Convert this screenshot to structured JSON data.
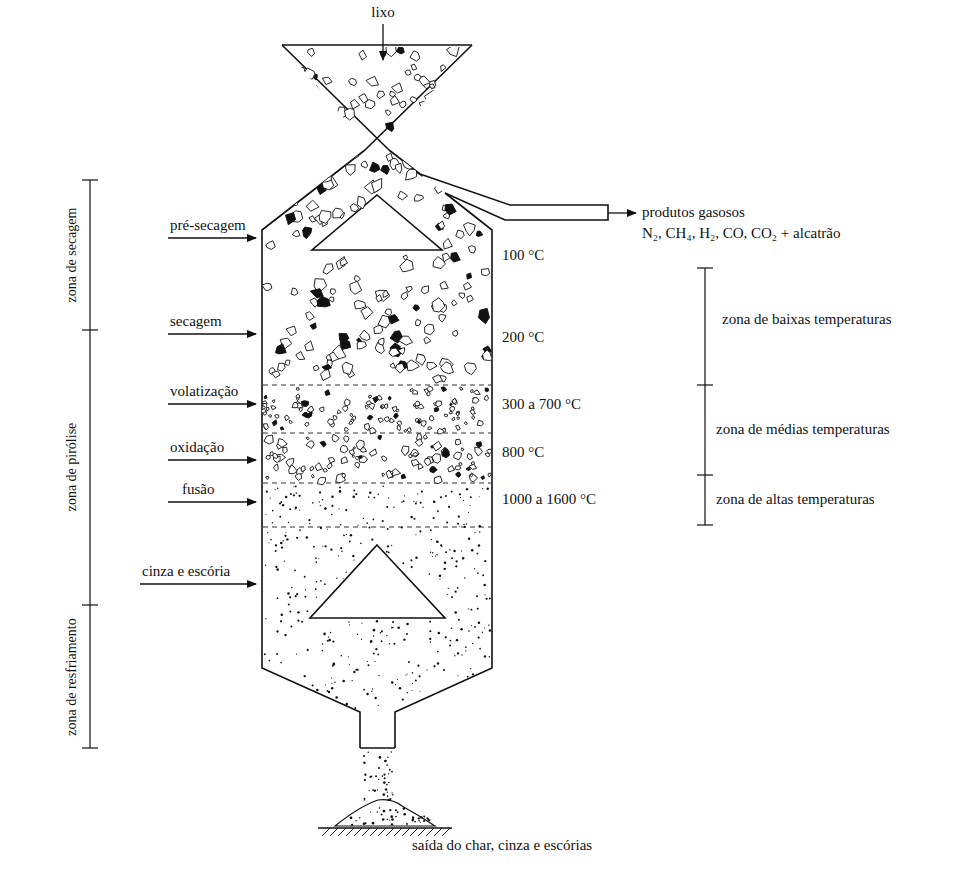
{
  "diagram": {
    "labels": [
      "lixo",
      "produtos gasosos",
      "N₂, CH₄, H₂, CO, CO₂ + alcatrão",
      "zona de secagem",
      "pré-secagem",
      "100 °C",
      "secagem",
      "200 °C",
      "zona de baixas temperaturas",
      "zona de pirólise",
      "volatização",
      "300 a 700 °C",
      "zona de médias temperaturas",
      "oxidação",
      "800 °C",
      "fusão",
      "1000 a 1600 °C",
      "zona de altas temperaturas",
      "cinza e escória",
      "zona de resfriamento",
      "saída do char, cinza e escórias"
    ]
  }
}
